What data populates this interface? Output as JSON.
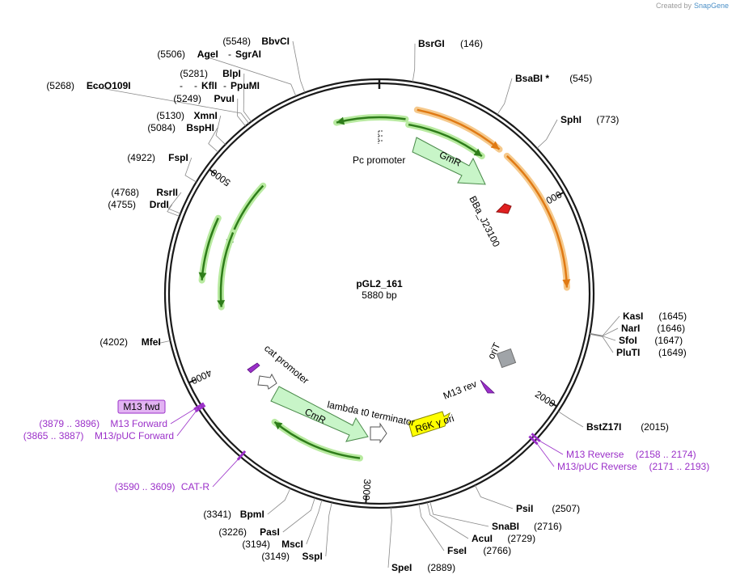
{
  "credit": {
    "prefix": "Created by",
    "brand": "SnapGene"
  },
  "plasmid": {
    "name": "pGL2_161",
    "size_label": "5880 bp",
    "length": 5880
  },
  "ticks": [
    {
      "bp": 1000,
      "label": "1000"
    },
    {
      "bp": 2000,
      "label": "2000"
    },
    {
      "bp": 3000,
      "label": "3000"
    },
    {
      "bp": 4000,
      "label": "4000"
    },
    {
      "bp": 5000,
      "label": "5000"
    }
  ],
  "sites": [
    {
      "name": "BsrGI",
      "pos": "(146)",
      "bp": 146
    },
    {
      "name": "BsaBI *",
      "pos": "(545)",
      "bp": 545
    },
    {
      "name": "SphI",
      "pos": "(773)",
      "bp": 773
    },
    {
      "name": "KasI",
      "pos": "(1645)",
      "bp": 1645
    },
    {
      "name": "NarI",
      "pos": "(1646)",
      "bp": 1646
    },
    {
      "name": "SfoI",
      "pos": "(1647)",
      "bp": 1647
    },
    {
      "name": "PluTI",
      "pos": "(1649)",
      "bp": 1649
    },
    {
      "name": "BstZ17I",
      "pos": "(2015)",
      "bp": 2015
    },
    {
      "name": "PsiI",
      "pos": "(2507)",
      "bp": 2507
    },
    {
      "name": "SnaBI",
      "pos": "(2716)",
      "bp": 2716
    },
    {
      "name": "AcuI",
      "pos": "(2729)",
      "bp": 2729
    },
    {
      "name": "FseI",
      "pos": "(2766)",
      "bp": 2766
    },
    {
      "name": "SpeI",
      "pos": "(2889)",
      "bp": 2889
    },
    {
      "name": "SspI",
      "pos": "(3149)",
      "bp": 3149
    },
    {
      "name": "MscI",
      "pos": "(3194)",
      "bp": 3194
    },
    {
      "name": "PasI",
      "pos": "(3226)",
      "bp": 3226
    },
    {
      "name": "BpmI",
      "pos": "(3341)",
      "bp": 3341
    },
    {
      "name": "MfeI",
      "pos": "(4202)",
      "bp": 4202
    },
    {
      "name": "DrdI",
      "pos": "(4755)",
      "bp": 4755
    },
    {
      "name": "RsrII",
      "pos": "(4768)",
      "bp": 4768
    },
    {
      "name": "FspI",
      "pos": "(4922)",
      "bp": 4922
    },
    {
      "name": "BspHI",
      "pos": "(5084)",
      "bp": 5084
    },
    {
      "name": "XmnI",
      "pos": "(5130)",
      "bp": 5130
    },
    {
      "name": "PvuI",
      "pos": "(5249)",
      "bp": 5249
    },
    {
      "name": "EcoO109I",
      "pos": "(5268)",
      "bp": 5268
    },
    {
      "name": "KflI",
      "pos": "",
      "bp": 5268
    },
    {
      "name": "PpuMI",
      "pos": "",
      "bp": 5268
    },
    {
      "name": "BlpI",
      "pos": "(5281)",
      "bp": 5281
    },
    {
      "name": "AgeI",
      "pos": "(5506)",
      "bp": 5506
    },
    {
      "name": "SgrAI",
      "pos": "",
      "bp": 5506
    },
    {
      "name": "BbvCI",
      "pos": "(5548)",
      "bp": 5548
    }
  ],
  "primers": [
    {
      "name": "M13 Reverse",
      "range": "(2158 .. 2174)",
      "bp": 2166
    },
    {
      "name": "M13/pUC Reverse",
      "range": "(2171 .. 2193)",
      "bp": 2182
    },
    {
      "name": "M13 Forward",
      "range": "(3879 .. 3896)",
      "bp": 3887
    },
    {
      "name": "M13/pUC Forward",
      "range": "(3865 .. 3887)",
      "bp": 3876
    },
    {
      "name": "CAT-R",
      "range": "(3590 .. 3609)",
      "bp": 3600
    }
  ],
  "inner_features": {
    "pc_promoter": "Pc promoter",
    "gmr": "GmR",
    "bba": "BBa_J23100",
    "orit": "oriT",
    "m13_rev": "M13 rev",
    "r6k": "R6K γ ori",
    "lambda": "lambda t0 terminator",
    "cmr": "CmR",
    "cat_promoter": "cat promoter",
    "m13_fwd": "M13 fwd"
  },
  "colors": {
    "backbone": "#1a1a1a",
    "orf": "#2e7d1a",
    "orf_glow": "#b8eaa0",
    "orange": "#e07a14",
    "orange_glow": "#f5c98c",
    "gene_fill": "#c8f5c8",
    "yellow": "#ffff00",
    "gray": "#a0a4a8",
    "red": "#e02020",
    "primer": "#9b30c9",
    "primer_box": "#e2b3f2"
  }
}
